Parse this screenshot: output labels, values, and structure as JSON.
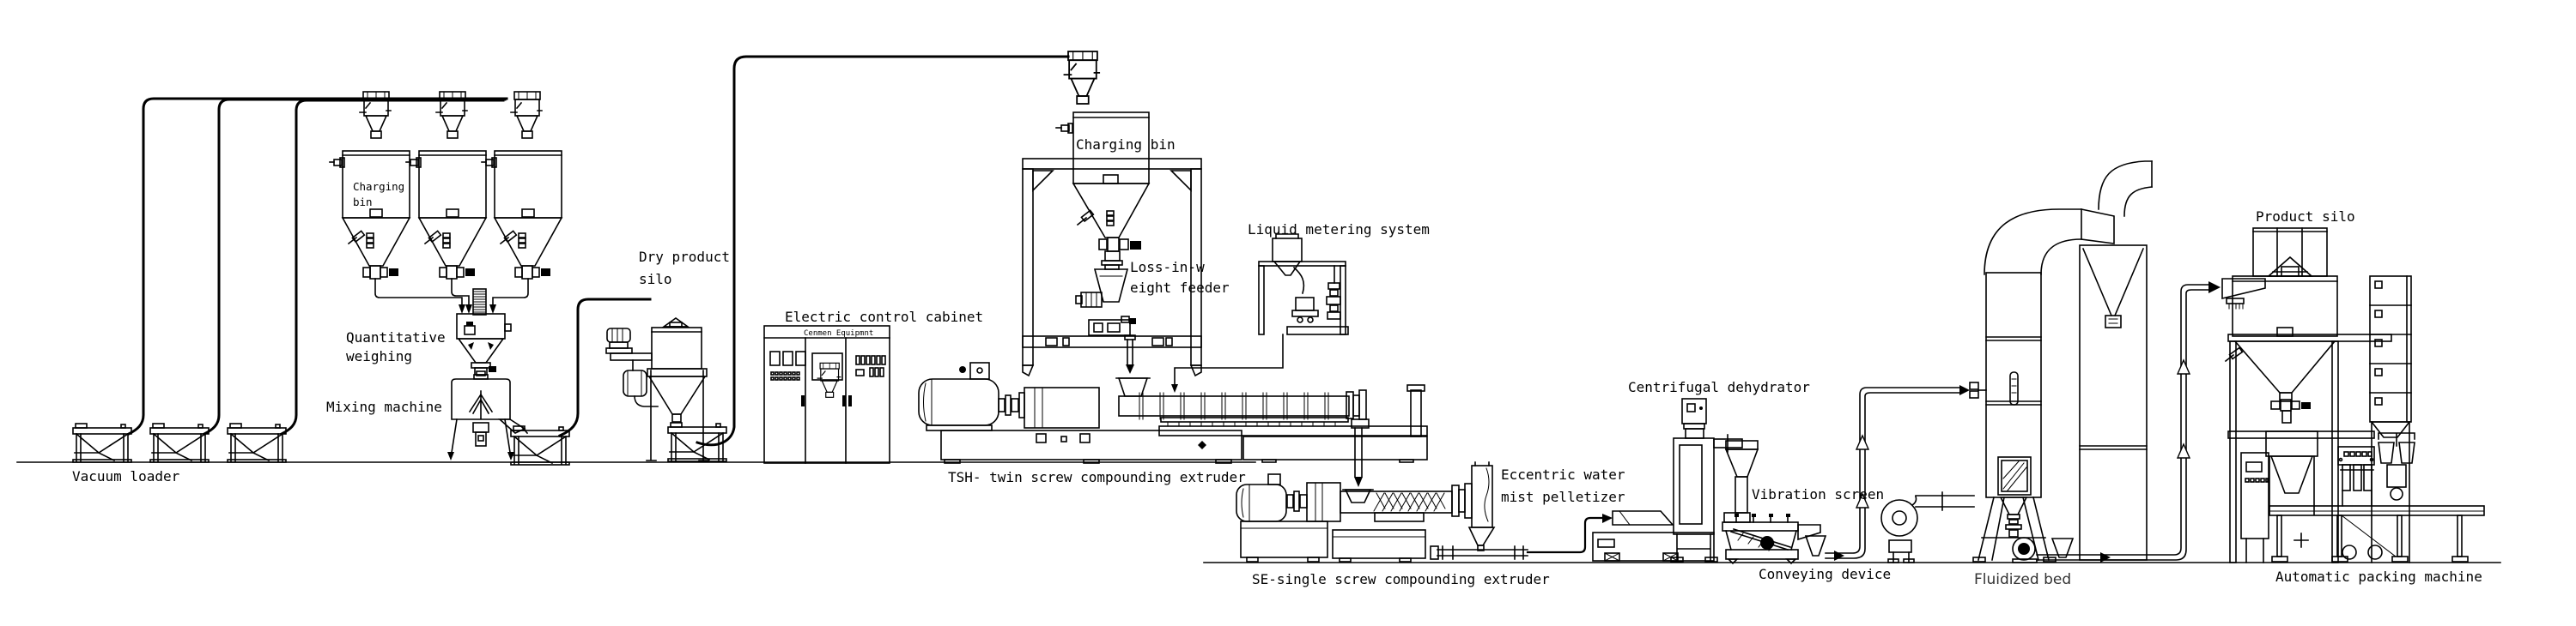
{
  "diagram": {
    "type": "process-flow",
    "description": "Plastic compounding pelletizing line process flow drawing",
    "colors": {
      "background": "#ffffff",
      "line": "#000000",
      "fluidized_bed_label": "#333333"
    },
    "labels": {
      "vacuum_loader": "Vacuum loader",
      "charging_bin_small": [
        "Charging",
        "bin"
      ],
      "quantitative_weighing": [
        "Quantitative",
        "weighing"
      ],
      "mixing_machine": "Mixing machine",
      "dry_product_silo": [
        "Dry product",
        "silo"
      ],
      "electric_control_cabinet": "Electric control cabinet",
      "cabinet_brand": "Cenmen Equipmnt",
      "charging_bin_main": "Charging bin",
      "loss_in_weight_feeder": [
        "Loss-in-w",
        "eight feeder"
      ],
      "liquid_metering_system": "Liquid metering system",
      "tsh_extruder": "TSH- twin screw compounding extruder",
      "se_extruder": "SE-single screw compounding extruder",
      "eccentric_pelletizer": [
        "Eccentric water",
        "mist pelletizer"
      ],
      "centrifugal_dehydrator": "Centrifugal dehydrator",
      "vibration_screen": "Vibration screen",
      "conveying_device": "Conveying device",
      "fluidized_bed": "Fluidized bed",
      "product_silo": "Product silo",
      "automatic_packing_machine": "Automatic packing machine"
    }
  }
}
